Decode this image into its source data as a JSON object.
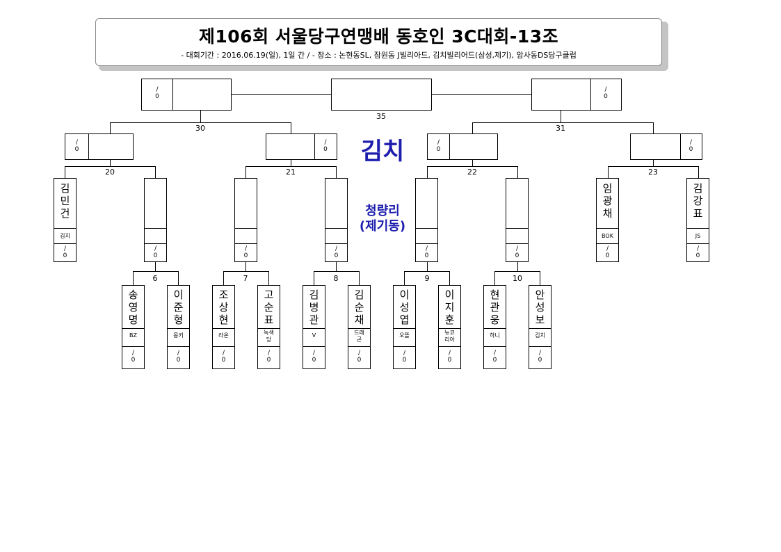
{
  "header": {
    "title": "제106회 서울당구연맹배 동호인 3C대회-13조",
    "subtitle": "- 대회기간 : 2016.06.19(일), 1일 간 / - 장소 : 논현동SL, 잠원동 J빌리아드, 김치빌리어드(삼성,제기), 암사동DS당구클럽"
  },
  "venues": {
    "main": "김치",
    "secondary_line1": "청량리",
    "secondary_line2": "(제기동)"
  },
  "match_numbers": {
    "m6": "6",
    "m7": "7",
    "m8": "8",
    "m9": "9",
    "m10": "10",
    "m20": "20",
    "m21": "21",
    "m22": "22",
    "m23": "23",
    "m30": "30",
    "m31": "31",
    "m35": "35"
  },
  "score": {
    "top": "/",
    "bottom": "0"
  },
  "players": [
    {
      "name": [
        "김",
        "민",
        "건"
      ],
      "club": [
        "김치"
      ]
    },
    {
      "name": [
        "임",
        "광",
        "채"
      ],
      "club": [
        "BOK"
      ]
    },
    {
      "name": [
        "김",
        "강",
        "표"
      ],
      "club": [
        "JS"
      ]
    },
    {
      "name": [
        "송",
        "영",
        "명"
      ],
      "club": [
        "BZ"
      ]
    },
    {
      "name": [
        "이",
        "준",
        "형"
      ],
      "club": [
        "몽키"
      ]
    },
    {
      "name": [
        "조",
        "상",
        "현"
      ],
      "club": [
        "라온"
      ]
    },
    {
      "name": [
        "고",
        "순",
        "표"
      ],
      "club": [
        "녹색",
        "당"
      ]
    },
    {
      "name": [
        "김",
        "병",
        "관"
      ],
      "club": [
        "V"
      ]
    },
    {
      "name": [
        "김",
        "순",
        "채"
      ],
      "club": [
        "드래",
        "곤"
      ]
    },
    {
      "name": [
        "이",
        "성",
        "엽"
      ],
      "club": [
        "오뜰"
      ]
    },
    {
      "name": [
        "이",
        "지",
        "훈"
      ],
      "club": [
        "뉴코",
        "리아"
      ]
    },
    {
      "name": [
        "현",
        "관",
        "웅"
      ],
      "club": [
        "하니"
      ]
    },
    {
      "name": [
        "안",
        "성",
        "보"
      ],
      "club": [
        "김치"
      ]
    }
  ]
}
